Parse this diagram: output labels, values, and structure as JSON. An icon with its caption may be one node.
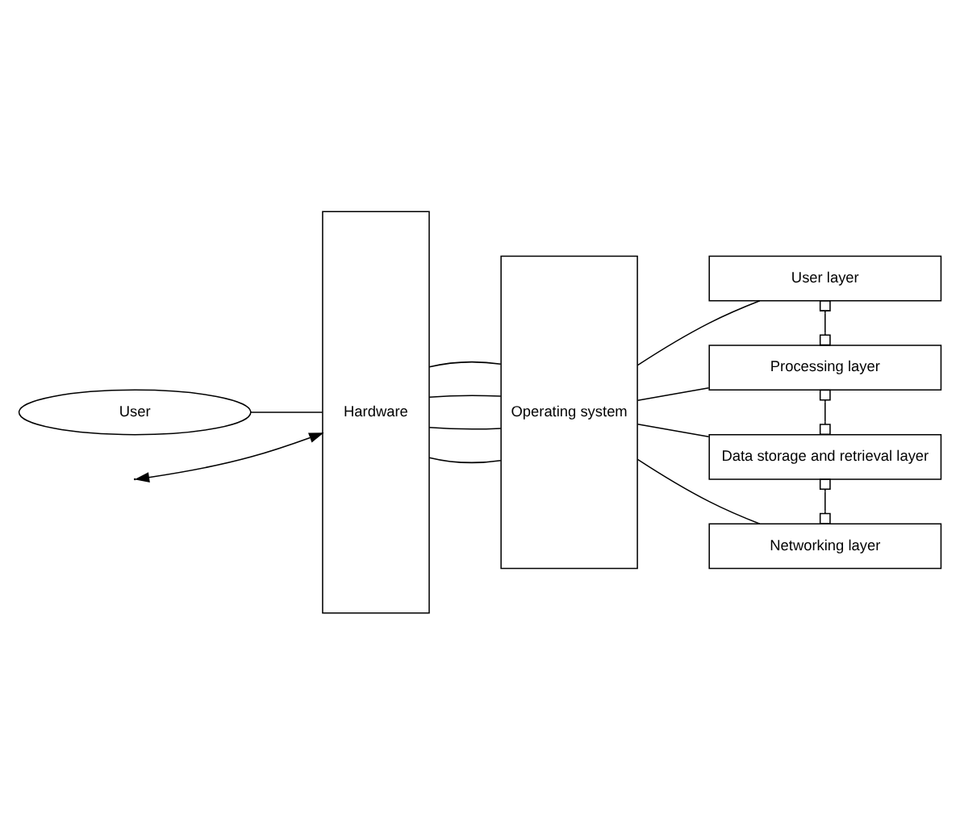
{
  "diagram": {
    "nodes": [
      {
        "text": [
          "User"
        ]
      },
      {
        "text": [
          "Hardware"
        ]
      },
      {
        "text": [
          "Operating system"
        ]
      },
      {
        "text": [
          "User layer"
        ]
      },
      {
        "text": [
          "Processing layer"
        ]
      },
      {
        "text": [
          "Data storage and retrieval layer"
        ]
      },
      {
        "text": [
          "Networking layer"
        ]
      }
    ],
    "edges": [
      {
        "from": 0,
        "to": 1,
        "arrow": "none"
      },
      {
        "from": 1,
        "to": 2,
        "arrow": "none"
      },
      {
        "from": 1,
        "to": 2,
        "arrow": "none"
      },
      {
        "from": 1,
        "to": 2,
        "arrow": "none"
      },
      {
        "from": 1,
        "to": 2,
        "arrow": "none"
      },
      {
        "from": 2,
        "to": 3,
        "arrow": "none"
      },
      {
        "from": 2,
        "to": 4,
        "arrow": "none"
      },
      {
        "from": 2,
        "to": 5,
        "arrow": "none"
      },
      {
        "from": 2,
        "to": 6,
        "arrow": "none"
      },
      {
        "from": 3,
        "to": 4,
        "arrow": "other"
      },
      {
        "from": 4,
        "to": 5,
        "arrow": "other"
      },
      {
        "from": 5,
        "to": 6,
        "arrow": "other"
      },
      {
        "from": 1,
        "to": null,
        "arrow": "both"
      }
    ]
  }
}
